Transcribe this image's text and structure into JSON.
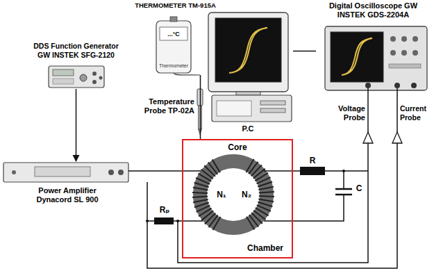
{
  "diagram": {
    "nodes": [
      {
        "text": [
          "DDS Function Generator GW INSTEK SFG-2120"
        ]
      },
      {
        "text": [
          "THERMOMETER TM-915A",
          "...°C",
          "Thermometer"
        ]
      },
      {
        "text": [
          "P.C"
        ]
      },
      {
        "text": [
          "Digital Oscilloscope GW INSTEK GDS-2204A"
        ]
      },
      {
        "text": [
          "Power Amplifier Dynacord SL 900"
        ]
      },
      {
        "text": [
          "Chamber"
        ]
      },
      {
        "text": [
          "Core",
          "N₁",
          "N₂"
        ],
        "in": 5
      }
    ],
    "edges": [
      {
        "from": 0,
        "to": 4,
        "arrow": "to"
      },
      {
        "from": 3,
        "to": 2,
        "arrow": "none"
      },
      {
        "from": 1,
        "to": 5,
        "arrow": "none"
      }
    ],
    "labels": [
      "Temperature Probe TP-02A",
      "Voltage Probe",
      "Current Probe",
      "R",
      "C",
      "Rₚ"
    ]
  }
}
